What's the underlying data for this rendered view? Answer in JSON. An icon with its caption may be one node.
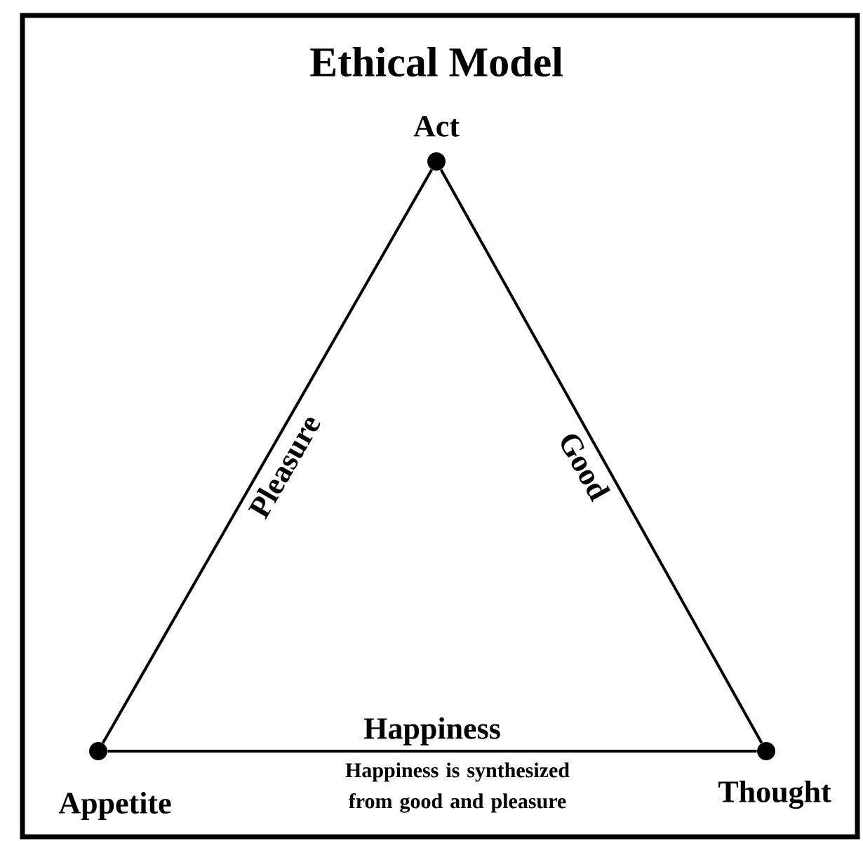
{
  "diagram": {
    "title": "Ethical Model",
    "nodes": [
      {
        "text": [
          "Act"
        ]
      },
      {
        "text": [
          "Appetite"
        ]
      },
      {
        "text": [
          "Thought"
        ]
      }
    ],
    "edges": [
      {
        "from": 1,
        "to": 0,
        "arrow": "none",
        "label": "Pleasure"
      },
      {
        "from": 0,
        "to": 2,
        "arrow": "none",
        "label": "Good"
      },
      {
        "from": 1,
        "to": 2,
        "arrow": "none",
        "label": "Happiness"
      }
    ],
    "labels": [
      "Happiness is synthesized from good and pleasure"
    ]
  }
}
